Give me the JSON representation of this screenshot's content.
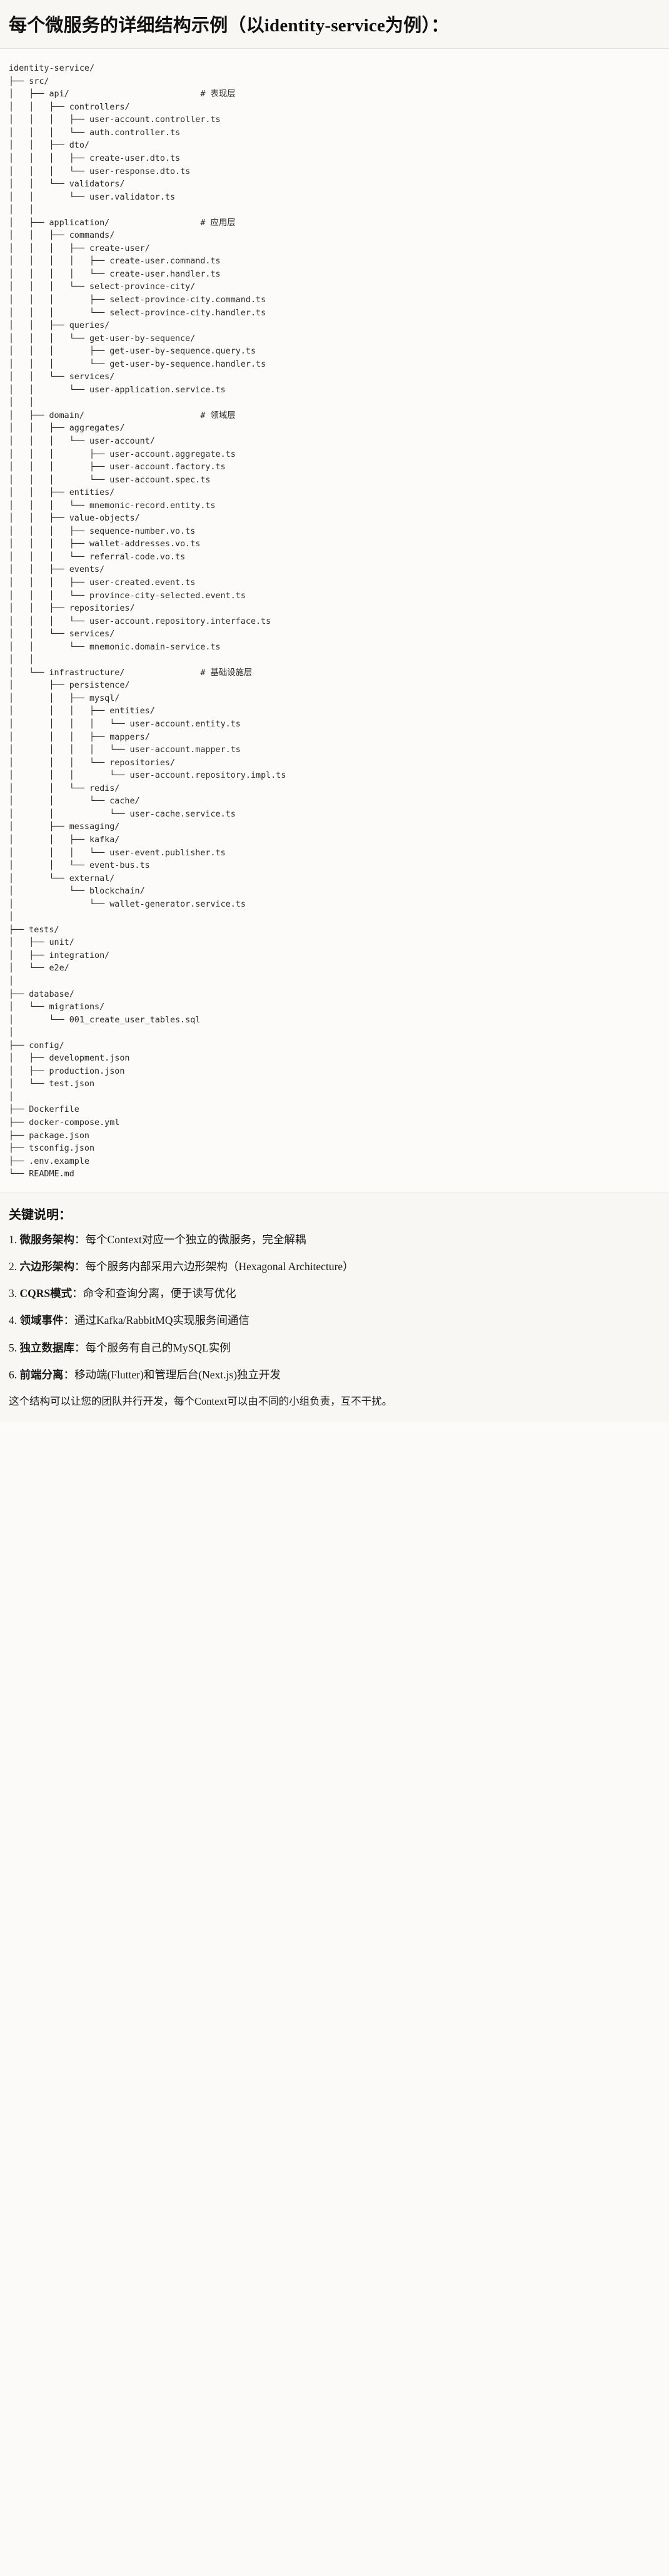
{
  "heading": "每个微服务的详细结构示例（以identity-service为例）：",
  "tree": {
    "root_label": "identity-service/",
    "comments": {
      "api": "# 表现层",
      "application": "# 应用层",
      "domain": "# 领域层",
      "infrastructure": "# 基础设施层"
    },
    "text": "identity-service/\n├── src/\n│   ├── api/                          # 表现层\n│   │   ├── controllers/\n│   │   │   ├── user-account.controller.ts\n│   │   │   └── auth.controller.ts\n│   │   ├── dto/\n│   │   │   ├── create-user.dto.ts\n│   │   │   └── user-response.dto.ts\n│   │   └── validators/\n│   │       └── user.validator.ts\n│   │\n│   ├── application/                  # 应用层\n│   │   ├── commands/\n│   │   │   ├── create-user/\n│   │   │   │   ├── create-user.command.ts\n│   │   │   │   └── create-user.handler.ts\n│   │   │   └── select-province-city/\n│   │   │       ├── select-province-city.command.ts\n│   │   │       └── select-province-city.handler.ts\n│   │   ├── queries/\n│   │   │   └── get-user-by-sequence/\n│   │   │       ├── get-user-by-sequence.query.ts\n│   │   │       └── get-user-by-sequence.handler.ts\n│   │   └── services/\n│   │       └── user-application.service.ts\n│   │\n│   ├── domain/                       # 领域层\n│   │   ├── aggregates/\n│   │   │   └── user-account/\n│   │   │       ├── user-account.aggregate.ts\n│   │   │       ├── user-account.factory.ts\n│   │   │       └── user-account.spec.ts\n│   │   ├── entities/\n│   │   │   └── mnemonic-record.entity.ts\n│   │   ├── value-objects/\n│   │   │   ├── sequence-number.vo.ts\n│   │   │   ├── wallet-addresses.vo.ts\n│   │   │   └── referral-code.vo.ts\n│   │   ├── events/\n│   │   │   ├── user-created.event.ts\n│   │   │   └── province-city-selected.event.ts\n│   │   ├── repositories/\n│   │   │   └── user-account.repository.interface.ts\n│   │   └── services/\n│   │       └── mnemonic.domain-service.ts\n│   │\n│   └── infrastructure/               # 基础设施层\n│       ├── persistence/\n│       │   ├── mysql/\n│       │   │   ├── entities/\n│       │   │   │   └── user-account.entity.ts\n│       │   │   ├── mappers/\n│       │   │   │   └── user-account.mapper.ts\n│       │   │   └── repositories/\n│       │   │       └── user-account.repository.impl.ts\n│       │   └── redis/\n│       │       └── cache/\n│       │           └── user-cache.service.ts\n│       ├── messaging/\n│       │   ├── kafka/\n│       │   │   └── user-event.publisher.ts\n│       │   └── event-bus.ts\n│       └── external/\n│           └── blockchain/\n│               └── wallet-generator.service.ts\n│\n├── tests/\n│   ├── unit/\n│   ├── integration/\n│   └── e2e/\n│\n├── database/\n│   └── migrations/\n│       └── 001_create_user_tables.sql\n│\n├── config/\n│   ├── development.json\n│   ├── production.json\n│   └── test.json\n│\n├── Dockerfile\n├── docker-compose.yml\n├── package.json\n├── tsconfig.json\n├── .env.example\n└── README.md"
  },
  "notes": {
    "title": "关键说明：",
    "items": [
      {
        "bold": "微服务架构",
        "text": "：每个Context对应一个独立的微服务，完全解耦"
      },
      {
        "bold": "六边形架构",
        "text": "：每个服务内部采用六边形架构（Hexagonal Architecture）"
      },
      {
        "bold": "CQRS模式",
        "text": "：命令和查询分离，便于读写优化"
      },
      {
        "bold": "领域事件",
        "text": "：通过Kafka/RabbitMQ实现服务间通信"
      },
      {
        "bold": "独立数据库",
        "text": "：每个服务有自己的MySQL实例"
      },
      {
        "bold": "前端分离",
        "text": "：移动端(Flutter)和管理后台(Next.js)独立开发"
      }
    ],
    "closing": "这个结构可以让您的团队并行开发，每个Context可以由不同的小组负责，互不干扰。"
  }
}
